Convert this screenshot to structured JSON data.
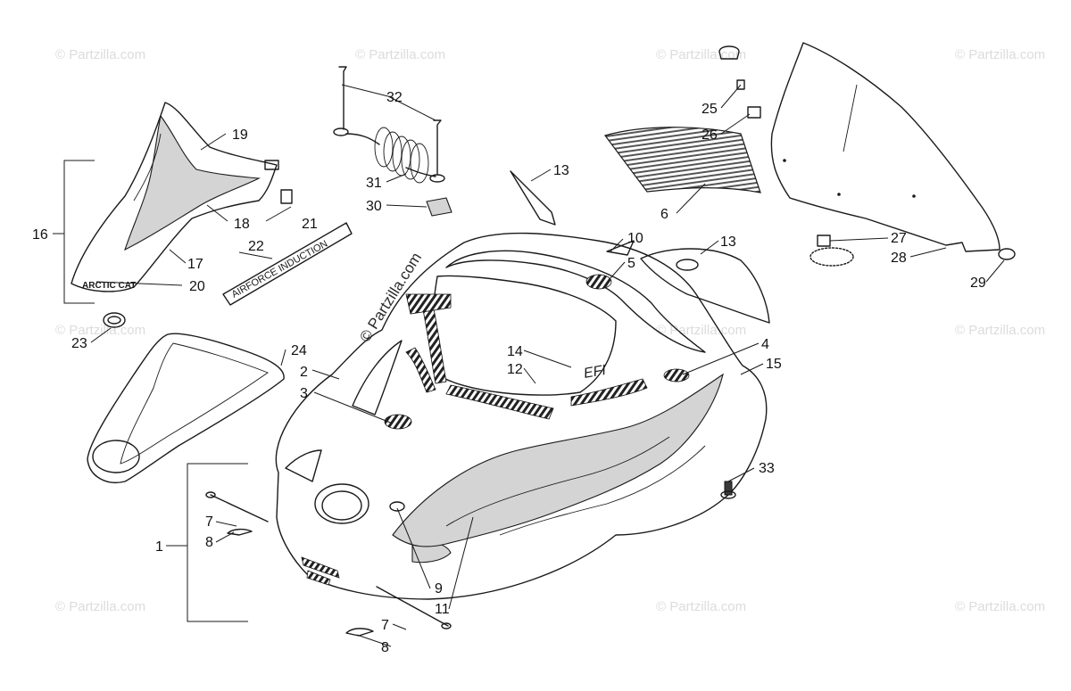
{
  "watermark": {
    "text": "© Partzilla.com",
    "diagonal_text": "© Partzilla.com"
  },
  "callouts": {
    "c1": "1",
    "c2": "2",
    "c3": "3",
    "c4": "4",
    "c5": "5",
    "c6": "6",
    "c7a": "7",
    "c7b": "7",
    "c8a": "8",
    "c8b": "8",
    "c9": "9",
    "c10": "10",
    "c11": "11",
    "c12": "12",
    "c13a": "13",
    "c13b": "13",
    "c14": "14",
    "c15": "15",
    "c16": "16",
    "c17": "17",
    "c18": "18",
    "c19": "19",
    "c20": "20",
    "c21": "21",
    "c22": "22",
    "c23": "23",
    "c24": "24",
    "c25": "25",
    "c26": "26",
    "c27": "27",
    "c28": "28",
    "c29": "29",
    "c30": "30",
    "c31": "31",
    "c32": "32",
    "c33": "33"
  },
  "decals": {
    "air_intake_decal": "AIRFORCE INDUCTION",
    "hood_logo": "ARCTIC CAT",
    "efi_badge": "EFI"
  },
  "colors": {
    "line": "#1a1a1a",
    "shade": "#d4d4d4",
    "watermark": "#dcdcdc"
  }
}
